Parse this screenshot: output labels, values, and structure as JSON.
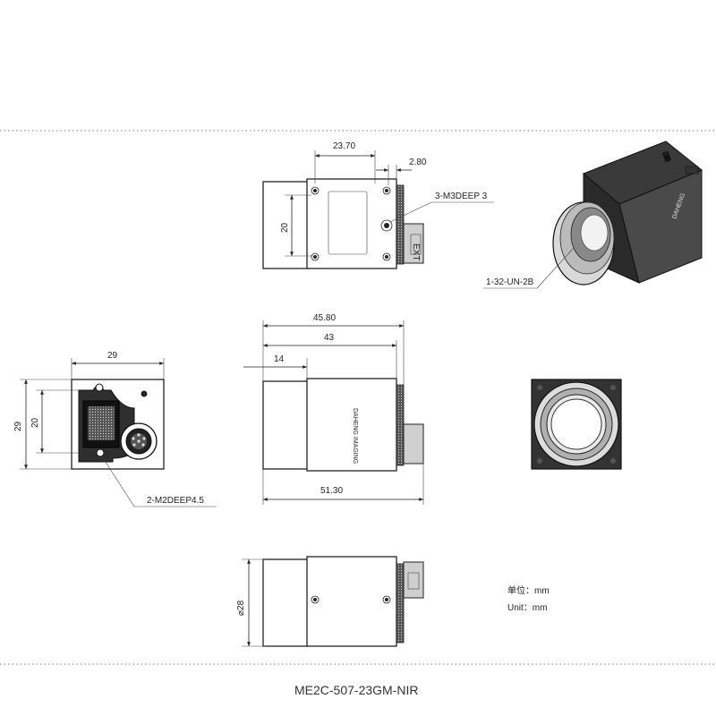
{
  "dimensions": {
    "top_width": "23.70",
    "top_offset": "2.80",
    "top_height": "20",
    "thread_hole": "3-M3DEEP 3",
    "lens_mount": "1-32-UN-2B",
    "side_overall": "45.80",
    "side_body": "43",
    "side_lens": "14",
    "side_total": "51.30",
    "back_width": "29",
    "back_height_outer": "29",
    "back_height_inner": "20",
    "back_thread": "2-M2DEEP4.5",
    "bottom_diameter": "28"
  },
  "logo_text": "DAHENG IMAGING",
  "units": {
    "cn": "单位：mm",
    "en": "Unit：mm"
  },
  "model": "ME2C-507-23GM-NIR",
  "colors": {
    "line": "#222222",
    "frame_dots": "#999999"
  }
}
